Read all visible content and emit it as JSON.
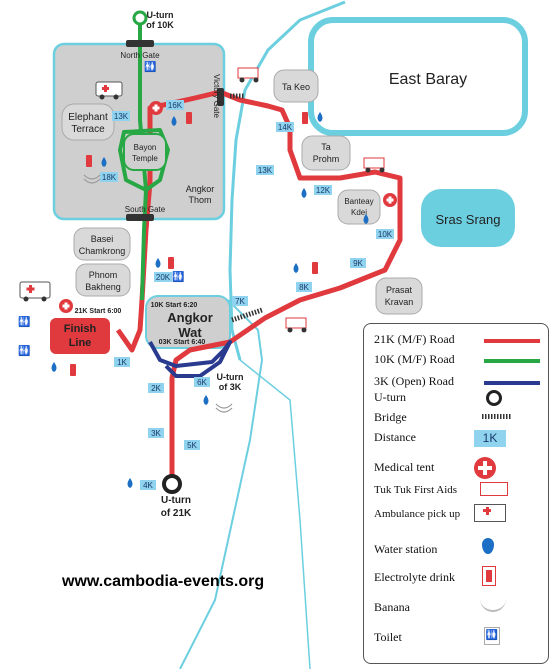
{
  "places": {
    "east_baray": "East Baray",
    "sras_srang": "Sras Srang",
    "ta_keo": "Ta Keo",
    "ta_prohm": [
      "Ta",
      "Prohm"
    ],
    "banteay_kdei": [
      "Banteay",
      "Kdei"
    ],
    "prasat_kravan": [
      "Prasat",
      "Kravan"
    ],
    "elephant_terrace": [
      "Elephant",
      "Terrace"
    ],
    "bayon_temple": [
      "Bayon",
      "Temple"
    ],
    "angkor_thom": [
      "Angkor",
      "Thom"
    ],
    "basei_chamkrong": [
      "Basei",
      "Chamkrong"
    ],
    "phnom_bakheng": [
      "Phnom",
      "Bakheng"
    ],
    "angkor_wat": [
      "Angkor",
      "Wat"
    ],
    "finish_line": [
      "Finish",
      "Line"
    ]
  },
  "gates": {
    "north": "North Gate",
    "south": "South Gate",
    "victory": "Victory Gate"
  },
  "route_notes": {
    "uturn_10k": [
      "U-turn",
      "of 10K"
    ],
    "uturn_3k": [
      "U-turn",
      "of 3K"
    ],
    "uturn_21k": [
      "U-turn",
      "of 21K"
    ],
    "start_21k": "21K Start 6:00",
    "start_10k": "10K Start 6:20",
    "start_3k": "03K Start 6:40"
  },
  "distance_markers": [
    "1K",
    "2K",
    "3K",
    "4K",
    "5K",
    "6K",
    "7K",
    "8K",
    "9K",
    "10K",
    "12K",
    "13K",
    "14K",
    "16K",
    "18K",
    "20K",
    "13K"
  ],
  "legend": {
    "items": [
      {
        "label": "21K (M/F) Road",
        "symbol": "red-line",
        "color": "#e03a3e"
      },
      {
        "label": "10K (M/F) Road",
        "symbol": "green-line",
        "color": "#27a844"
      },
      {
        "label": "3K (Open) Road",
        "symbol": "blue-line",
        "color": "#2a3b8f"
      },
      {
        "label": "U-turn",
        "symbol": "uturn-ring-icon"
      },
      {
        "label": "Bridge",
        "symbol": "bridge-icon"
      },
      {
        "label": "Distance",
        "symbol": "distance-badge",
        "badge": "1K"
      },
      {
        "label": "Medical tent",
        "symbol": "medical-cross-icon"
      },
      {
        "label": "Tuk Tuk First Aids",
        "symbol": "tuk-tuk-icon"
      },
      {
        "label": "Ambulance pick up",
        "symbol": "ambulance-icon"
      },
      {
        "label": "Water station",
        "symbol": "water-drop-icon"
      },
      {
        "label": "Electrolyte drink",
        "symbol": "electrolyte-bottle-icon"
      },
      {
        "label": "Banana",
        "symbol": "banana-icon"
      },
      {
        "label": "Toilet",
        "symbol": "toilet-icon"
      }
    ]
  },
  "website": "www.cambodia-events.org",
  "colors": {
    "water": "#6ccfe0",
    "temple": "#cfcfcf",
    "red_route": "#e03a3e",
    "green_route": "#27a844",
    "blue_route": "#2a3b8f",
    "distance_badge": "#8fd3ee"
  }
}
